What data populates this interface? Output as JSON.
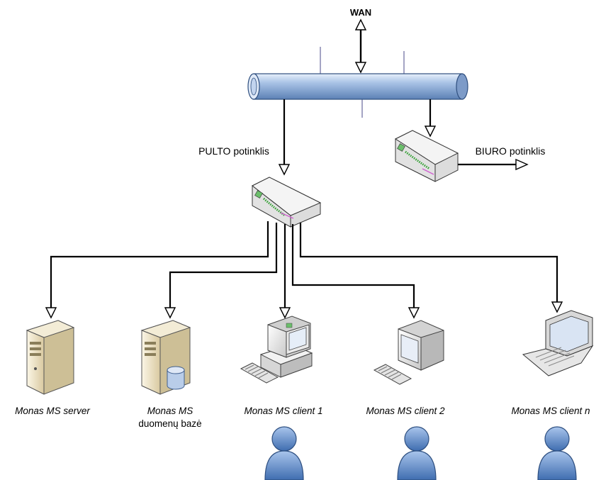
{
  "labels": {
    "wan": "WAN",
    "pulto": "PULTO potinklis",
    "biuro": "BIURO potinklis"
  },
  "nodes": {
    "server": {
      "name": "Monas MS server"
    },
    "database": {
      "name_line1": "Monas MS",
      "name_line2": "duomenų bazė"
    },
    "client1": {
      "name": "Monas MS client 1"
    },
    "client2": {
      "name": "Monas MS client 2"
    },
    "clientn": {
      "name": "Monas MS client n"
    }
  },
  "colors": {
    "backbone": "#9cb8dc",
    "backbone_dark": "#4a6fa0",
    "device": "#f2f2f2",
    "server_body": "#f0e6c8",
    "user": "#6b93c9",
    "line": "#000000"
  },
  "icons": [
    "backbone-pipe-icon",
    "switch-icon",
    "server-tower-icon",
    "database-icon",
    "desktop-computer-icon",
    "crt-monitor-icon",
    "keyboard-icon",
    "laptop-icon",
    "user-icon"
  ]
}
